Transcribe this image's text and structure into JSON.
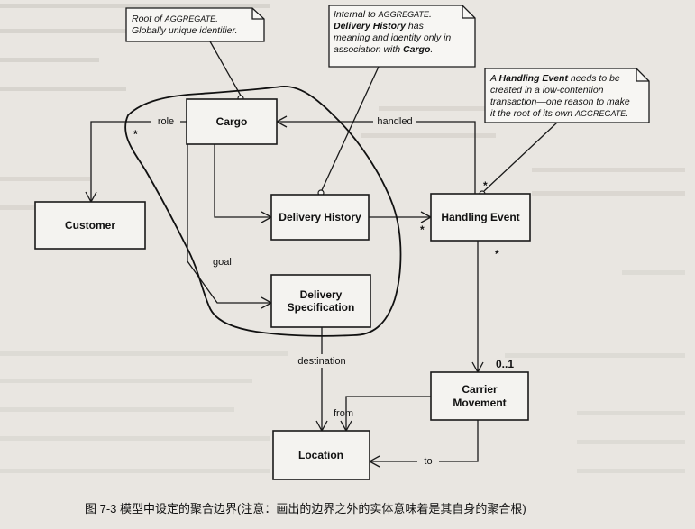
{
  "entities": {
    "cargo": "Cargo",
    "customer": "Customer",
    "delivery_history": "Delivery History",
    "handling_event": "Handling Event",
    "delivery_specification": [
      "Delivery",
      "Specification"
    ],
    "carrier_movement": [
      "Carrier",
      "Movement"
    ],
    "location": "Location"
  },
  "associations": {
    "role": "role",
    "handled": "handled",
    "goal": "goal",
    "destination": "destination",
    "from": "from",
    "to": "to"
  },
  "multiplicities": {
    "cargo_customer": "*",
    "handling_event_top": "*",
    "handling_event_left": "*",
    "handling_event_bottom": "*",
    "carrier_movement": "0..1"
  },
  "notes": {
    "cargo_note": [
      [
        {
          "t": "Root of ",
          "sc": false
        },
        {
          "t": "AGGREGATE",
          "sc": true
        },
        {
          "t": ".",
          "sc": false
        }
      ],
      [
        {
          "t": "Globally unique identifier.",
          "sc": false
        }
      ]
    ],
    "history_note": [
      [
        {
          "t": "Internal to ",
          "sc": false
        },
        {
          "t": "AGGREGATE",
          "sc": true
        },
        {
          "t": ".",
          "sc": false
        }
      ],
      [
        {
          "t": "Delivery History",
          "b": true
        },
        {
          "t": " has",
          "sc": false
        }
      ],
      [
        {
          "t": "meaning and identity only in",
          "sc": false
        }
      ],
      [
        {
          "t": "association with ",
          "sc": false
        },
        {
          "t": "Cargo",
          "b": true
        },
        {
          "t": ".",
          "sc": false
        }
      ]
    ],
    "event_note": [
      [
        {
          "t": "A ",
          "sc": false
        },
        {
          "t": "Handling Event",
          "b": true
        },
        {
          "t": " needs to be",
          "sc": false
        }
      ],
      [
        {
          "t": "created in a low-contention",
          "sc": false
        }
      ],
      [
        {
          "t": "transaction—one reason to make",
          "sc": false
        }
      ],
      [
        {
          "t": "it the root of its own ",
          "sc": false
        },
        {
          "t": "AGGREGATE",
          "sc": true
        },
        {
          "t": ".",
          "sc": false
        }
      ]
    ]
  },
  "caption": "图 7-3   模型中设定的聚合边界(注意：画出的边界之外的实体意味着是其自身的聚合根)"
}
